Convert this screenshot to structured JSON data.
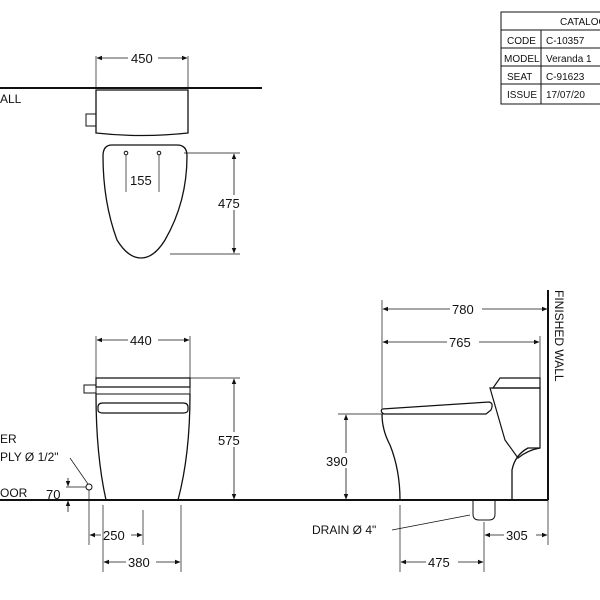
{
  "catalog_table": {
    "title": "CATALOG",
    "rows": [
      {
        "key": "CODE",
        "value": "C-10357"
      },
      {
        "key": "MODEL",
        "value": "Veranda 1"
      },
      {
        "key": "SEAT",
        "value": "C-91623"
      },
      {
        "key": "ISSUE",
        "value": "17/07/20"
      }
    ]
  },
  "labels": {
    "wall_top": "ALL",
    "finished_wall": "FINISHED WALL",
    "water_supply_line1": "ER",
    "water_supply_line2": "PLY Ø 1/2\"",
    "floor": "OOR",
    "drain": "DRAIN Ø 4\""
  },
  "dimensions": {
    "top_width": "450",
    "hole_spacing": "155",
    "seat_depth": "475",
    "front_width": "440",
    "front_height": "575",
    "supply_height": "70",
    "supply_offset": "250",
    "base_width": "380",
    "side_total_depth": "780",
    "side_seat_depth": "765",
    "seat_height": "390",
    "rough_in": "305",
    "drain_to_front": "475"
  }
}
